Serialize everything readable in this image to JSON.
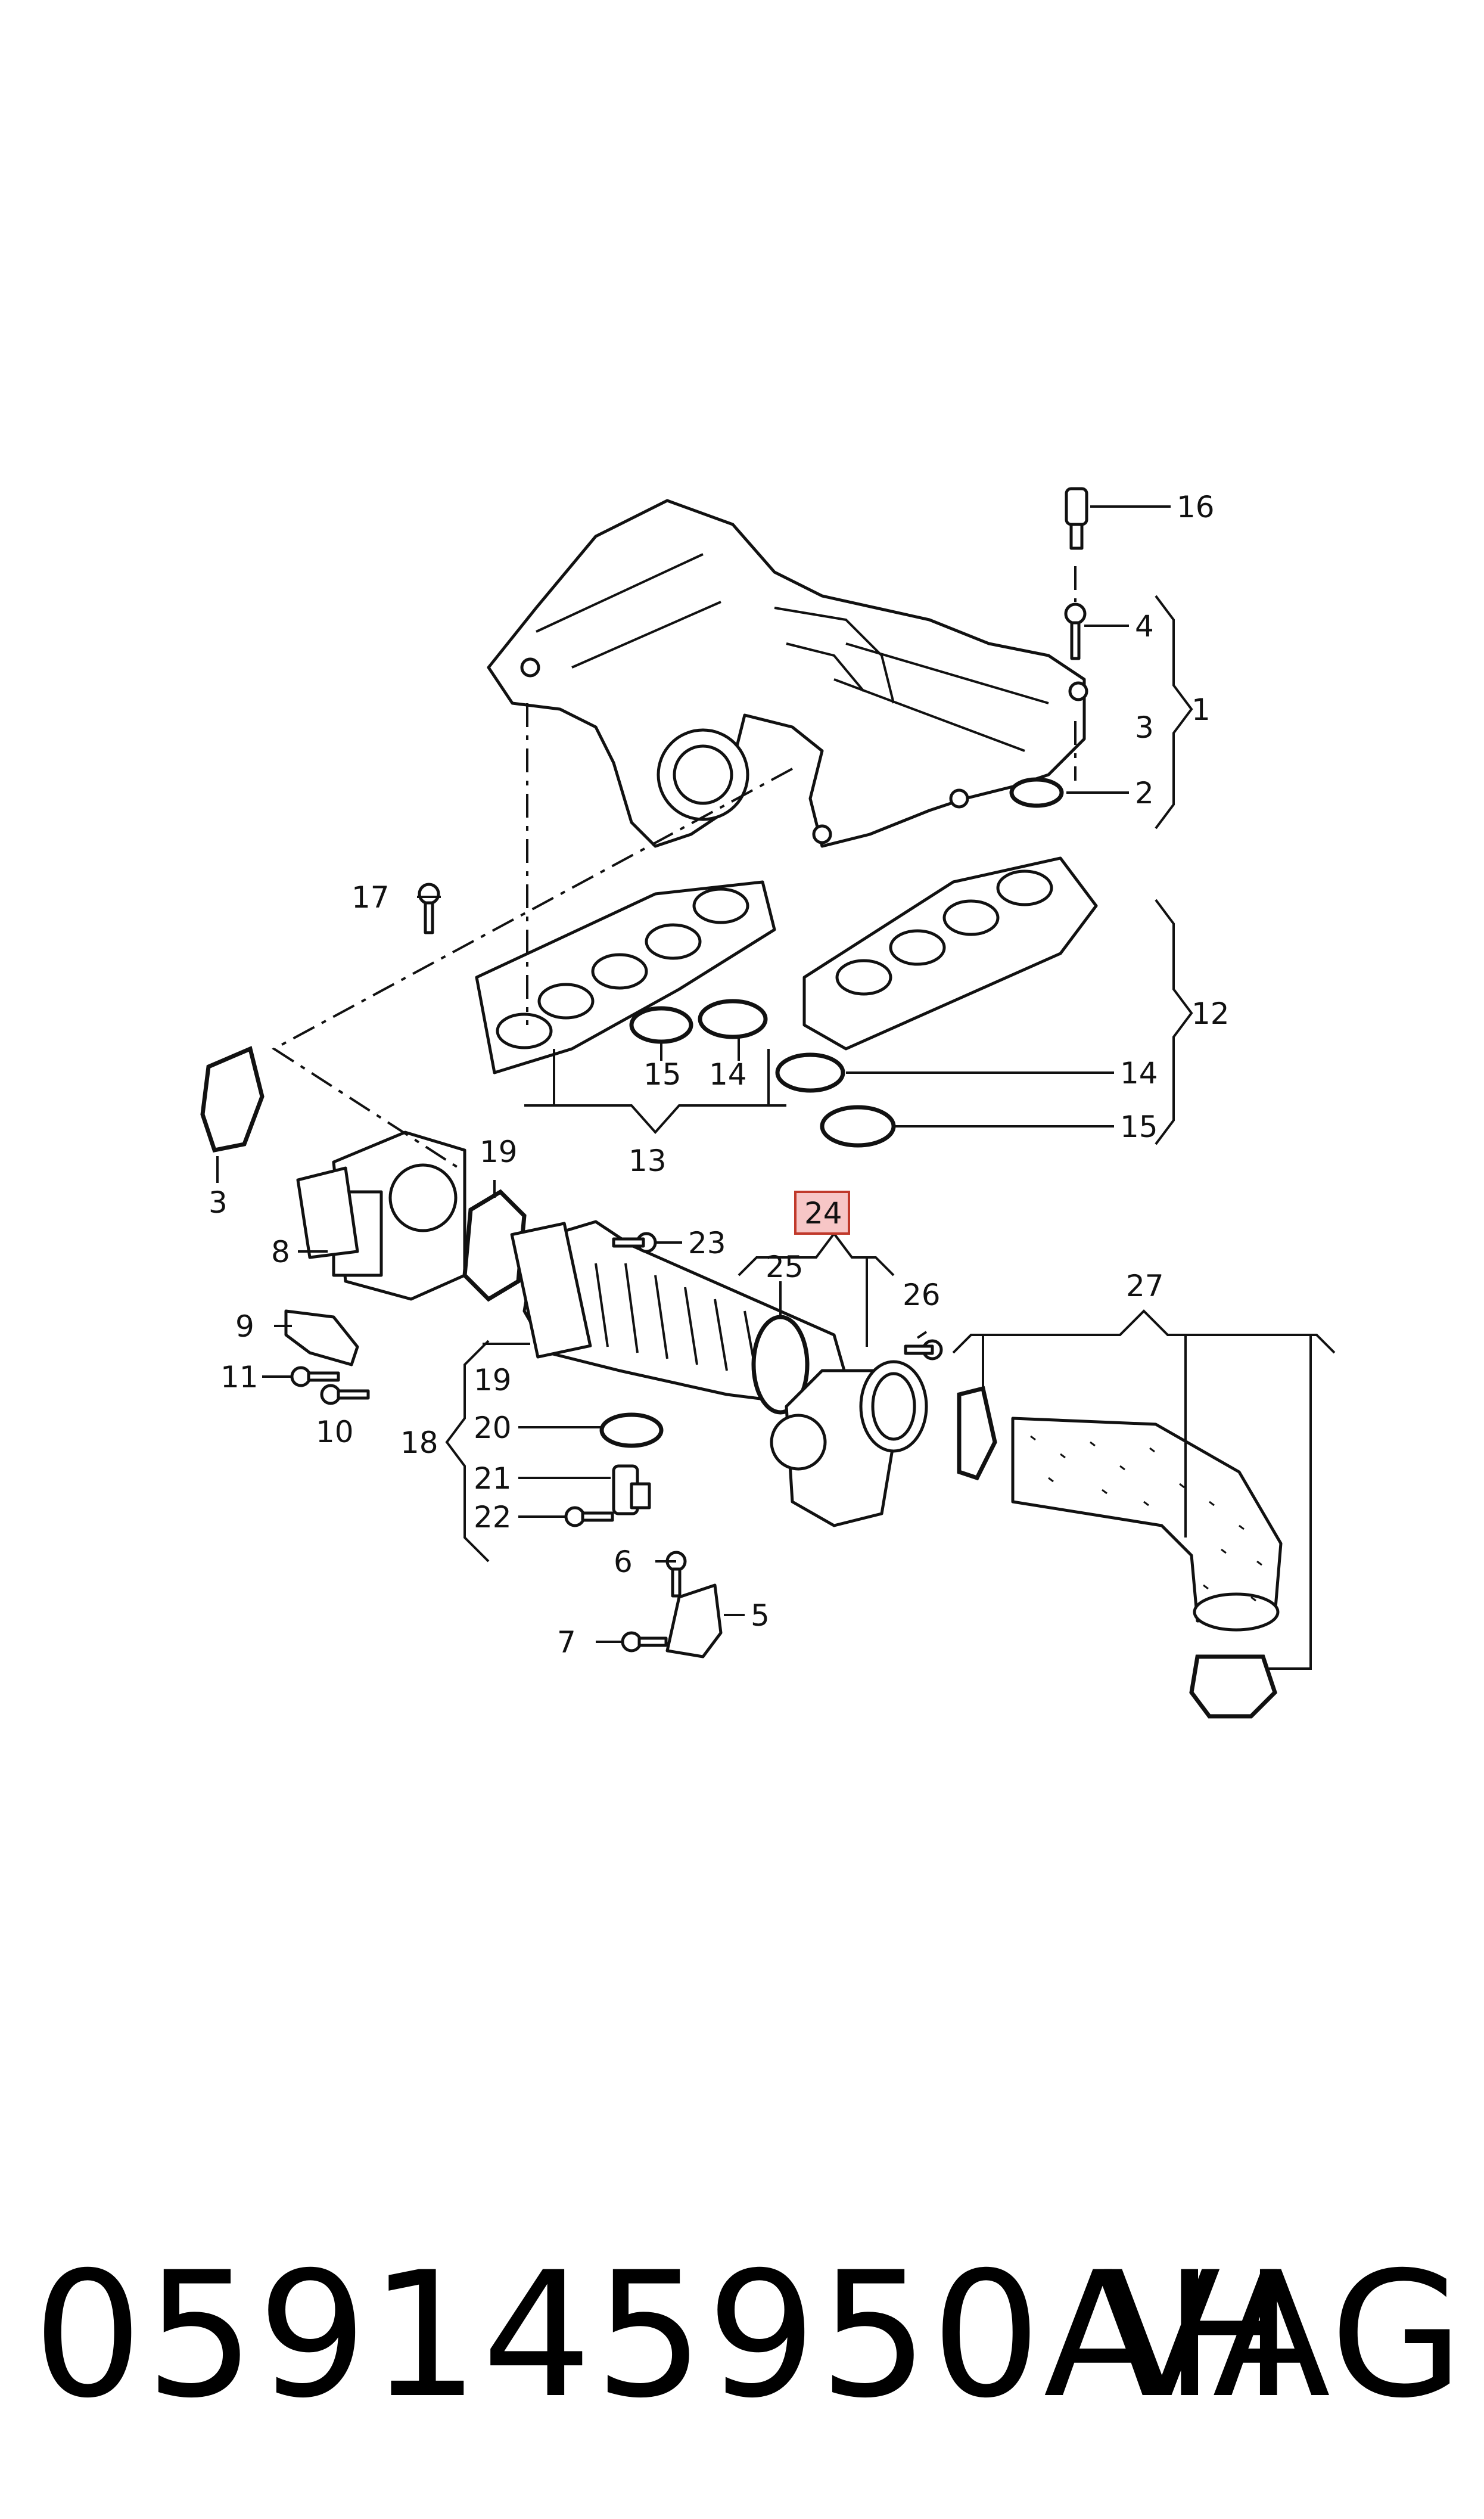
{
  "callouts": {
    "c1": "1",
    "c2": "2",
    "c3a": "3",
    "c3b": "3",
    "c4": "4",
    "c5": "5",
    "c6": "6",
    "c7": "7",
    "c8": "8",
    "c9": "9",
    "c10": "10",
    "c11": "11",
    "c12": "12",
    "c13": "13",
    "c14a": "14",
    "c14b": "14",
    "c15a": "15",
    "c15b": "15",
    "c16": "16",
    "c17": "17",
    "c18": "18",
    "c19a": "19",
    "c19b": "19",
    "c20": "20",
    "c21": "21",
    "c22": "22",
    "c23": "23",
    "c24": "24",
    "c25": "25",
    "c26": "26",
    "c27": "27"
  },
  "highlight_color": "#f7c6c6",
  "highlight_border": "#c0392b",
  "footer": {
    "part_number": "059145950AH",
    "brand": "VAG"
  }
}
